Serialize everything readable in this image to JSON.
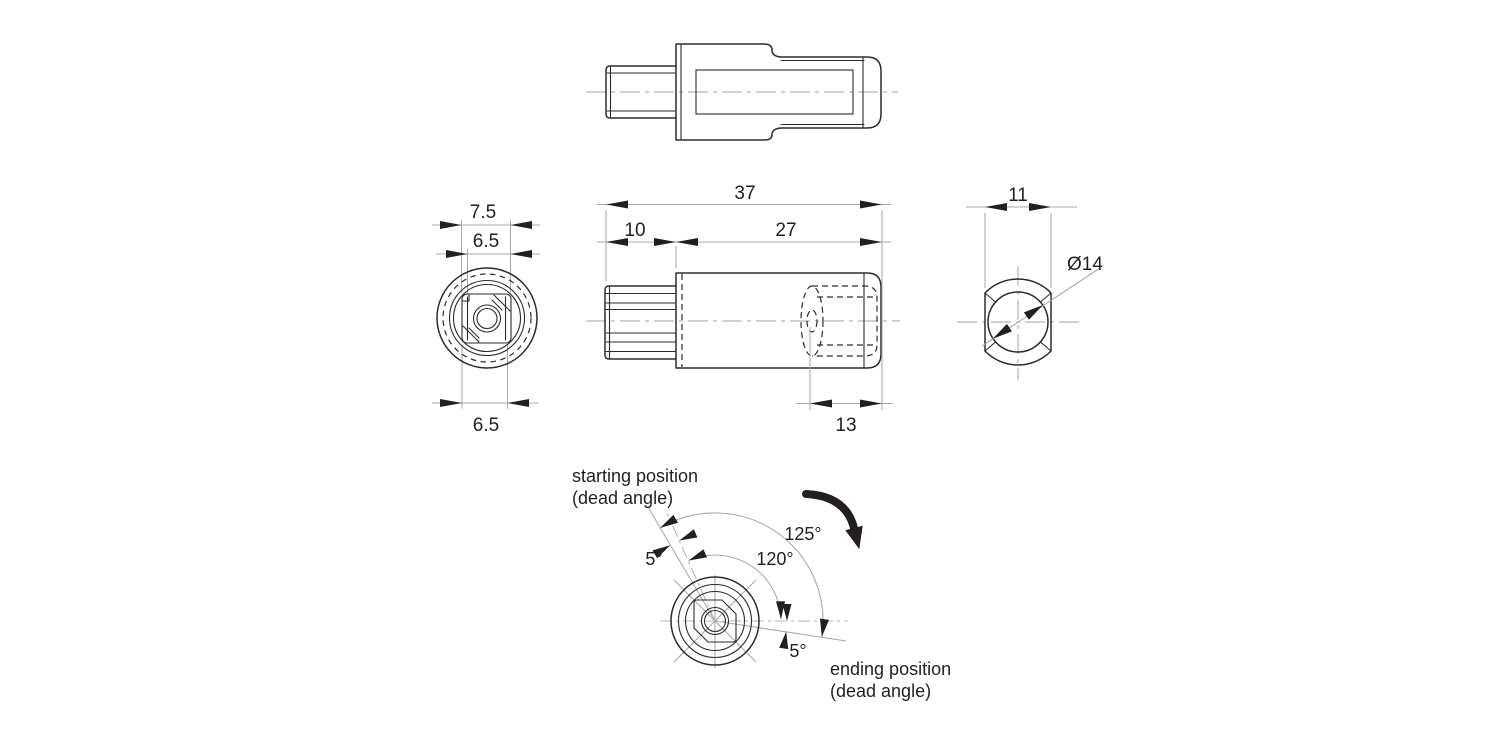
{
  "drawing": {
    "front_view": {
      "dim_top": "7.5",
      "dim_mid": "6.5",
      "dim_bottom": "6.5"
    },
    "side_view": {
      "dim_overall": "37",
      "dim_shaft": "10",
      "dim_body": "27",
      "dim_cavity": "13"
    },
    "end_view": {
      "dim_width": "11",
      "dim_bore": "Ø14"
    },
    "rotation": {
      "start_label_line1": "starting position",
      "start_label_line2": "(dead angle)",
      "end_label_line1": "ending position",
      "end_label_line2": "(dead angle)",
      "angle_total": "125°",
      "angle_main": "120°",
      "angle_start_dead": "5°",
      "angle_end_dead": "5°"
    },
    "colors": {
      "background": "#ffffff",
      "outline": "#2e2b2c",
      "centerline": "#b5b5b5",
      "dimension_line": "#a9a9a9",
      "arrow_fill": "#231f20",
      "text": "#231f20"
    }
  }
}
